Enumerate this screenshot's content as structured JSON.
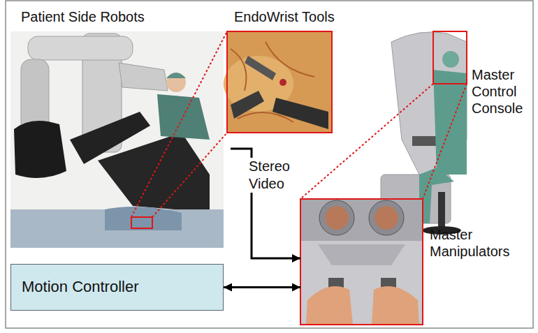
{
  "diagram": {
    "nodes": [
      {
        "text": [
          "Patient Side Robots"
        ]
      },
      {
        "text": [
          "EndoWrist Tools"
        ]
      },
      {
        "text": [
          "Master Control Console"
        ]
      },
      {
        "text": [
          "Master Manipulators"
        ]
      },
      {
        "text": [
          "Motion Controller"
        ]
      }
    ],
    "edges": [
      {
        "from": 0,
        "to": 3,
        "label": "Stereo Video",
        "arrow": "to"
      },
      {
        "from": 4,
        "to": 3,
        "arrow": "both"
      }
    ]
  }
}
